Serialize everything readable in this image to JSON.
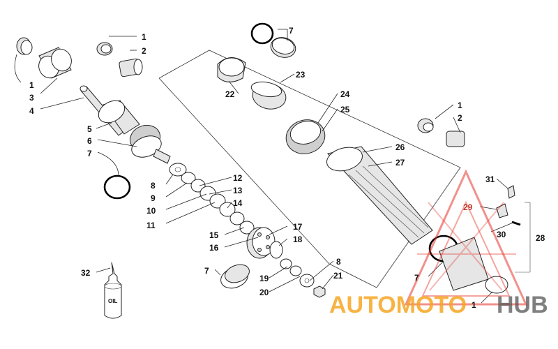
{
  "callouts": {
    "c1a": "1",
    "c2a": "2",
    "c1b": "1",
    "c3": "3",
    "c4": "4",
    "c5": "5",
    "c6": "6",
    "c7a": "7",
    "c8a": "8",
    "c9": "9",
    "c10": "10",
    "c11": "11",
    "c12": "12",
    "c13": "13",
    "c14": "14",
    "c15": "15",
    "c16": "16",
    "c17": "17",
    "c18": "18",
    "c7b": "7",
    "c19": "19",
    "c20": "20",
    "c8b": "8",
    "c21": "21",
    "c32": "32",
    "c7c": "7",
    "c22": "22",
    "c23": "23",
    "c24": "24",
    "c25": "25",
    "c26": "26",
    "c27": "27",
    "c1c": "1",
    "c2b": "2",
    "c31": "31",
    "c29": "29",
    "c30": "30",
    "c28": "28",
    "c7d": "7",
    "c1d": "1"
  },
  "oil_label": "OIL",
  "watermark": {
    "part1": "AUTOMOTO",
    "part2": "HUB"
  },
  "colors": {
    "watermark_orange": "#f6a623",
    "watermark_red": "#e8352b",
    "watermark_gray": "#555555"
  }
}
